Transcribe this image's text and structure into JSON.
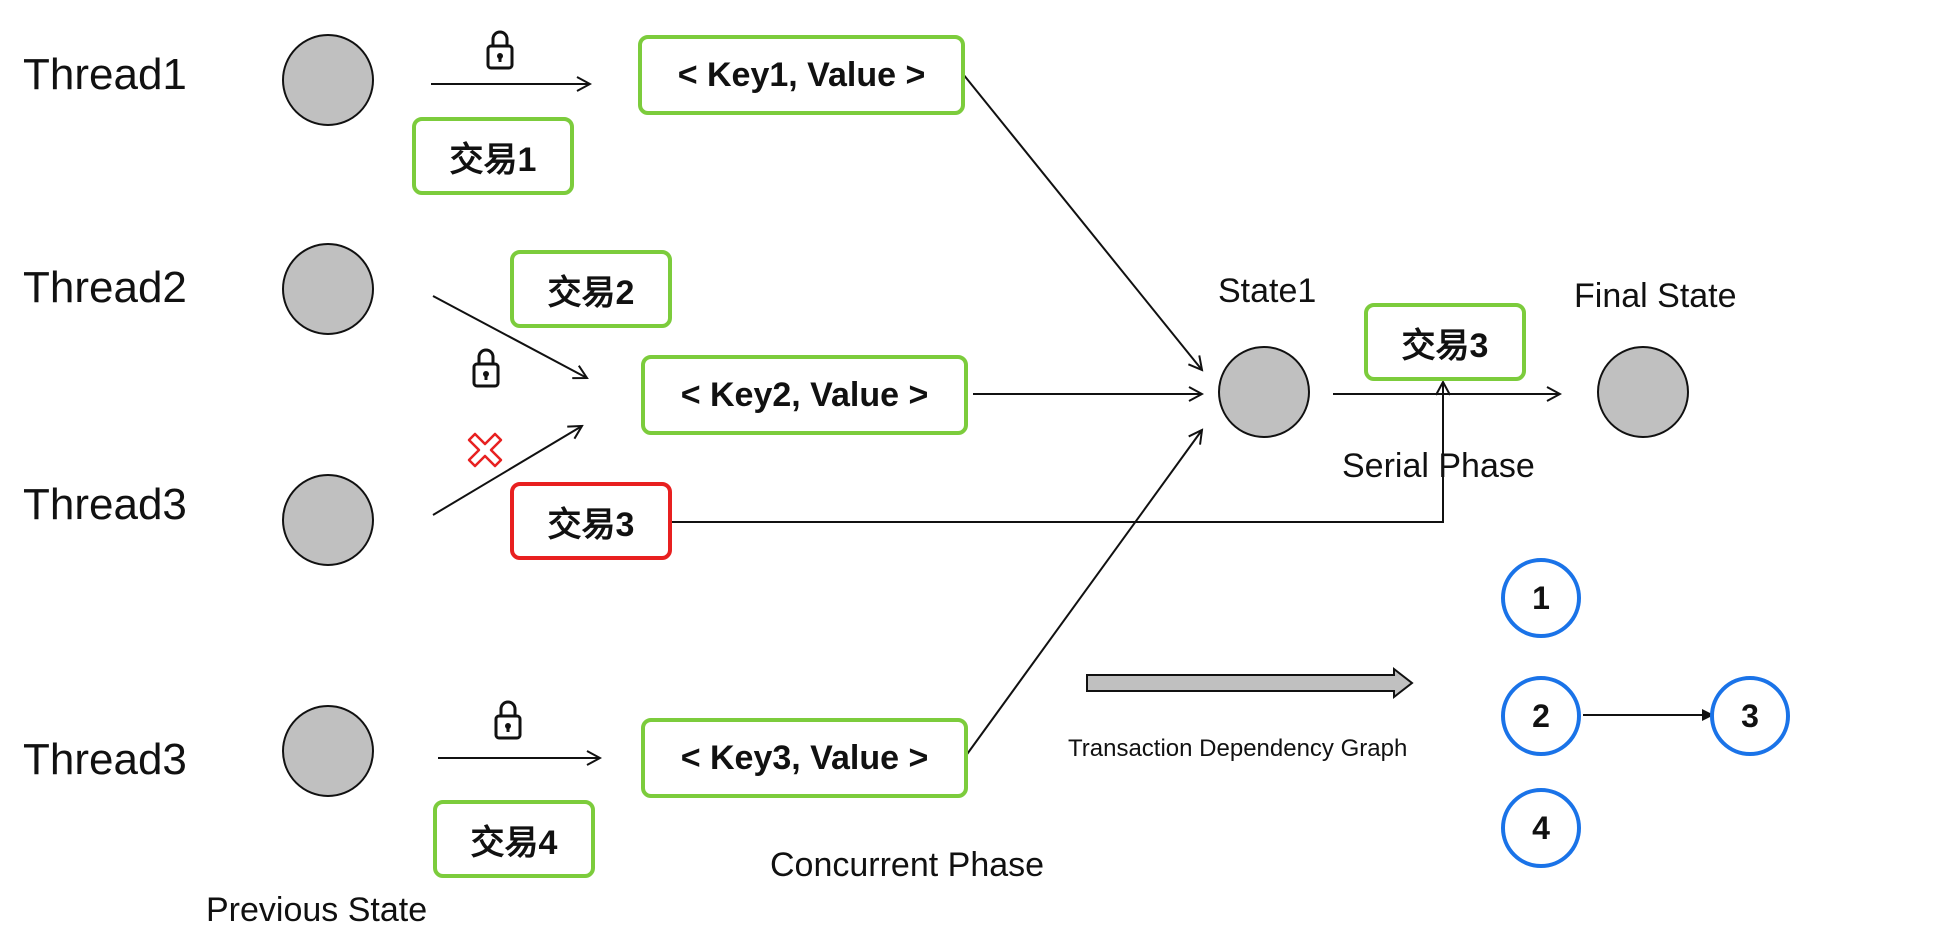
{
  "threads": [
    {
      "label": "Thread1"
    },
    {
      "label": "Thread2"
    },
    {
      "label": "Thread3"
    },
    {
      "label": "Thread3"
    }
  ],
  "transactions": {
    "tx1": "交易1",
    "tx2": "交易2",
    "tx3_conflict": "交易3",
    "tx4": "交易4",
    "tx3_serial": "交易3"
  },
  "kv_boxes": {
    "key1": "< Key1, Value >",
    "key2": "< Key2, Value >",
    "key3": "< Key3, Value >"
  },
  "captions": {
    "previous_state": "Previous State",
    "concurrent_phase": "Concurrent Phase",
    "state1": "State1",
    "final_state": "Final State",
    "serial_phase": "Serial Phase",
    "dependency_graph": "Transaction Dependency Graph"
  },
  "dependency_graph": {
    "nodes": [
      "1",
      "2",
      "3",
      "4"
    ],
    "edges": [
      [
        "2",
        "3"
      ]
    ]
  },
  "colors": {
    "success_border": "#7ccc3c",
    "conflict_border": "#e82020",
    "dependency_node_border": "#1a73e8",
    "state_fill": "#c0c0c0"
  },
  "icons": {
    "lock": "lock-icon",
    "conflict": "red-x-icon"
  }
}
